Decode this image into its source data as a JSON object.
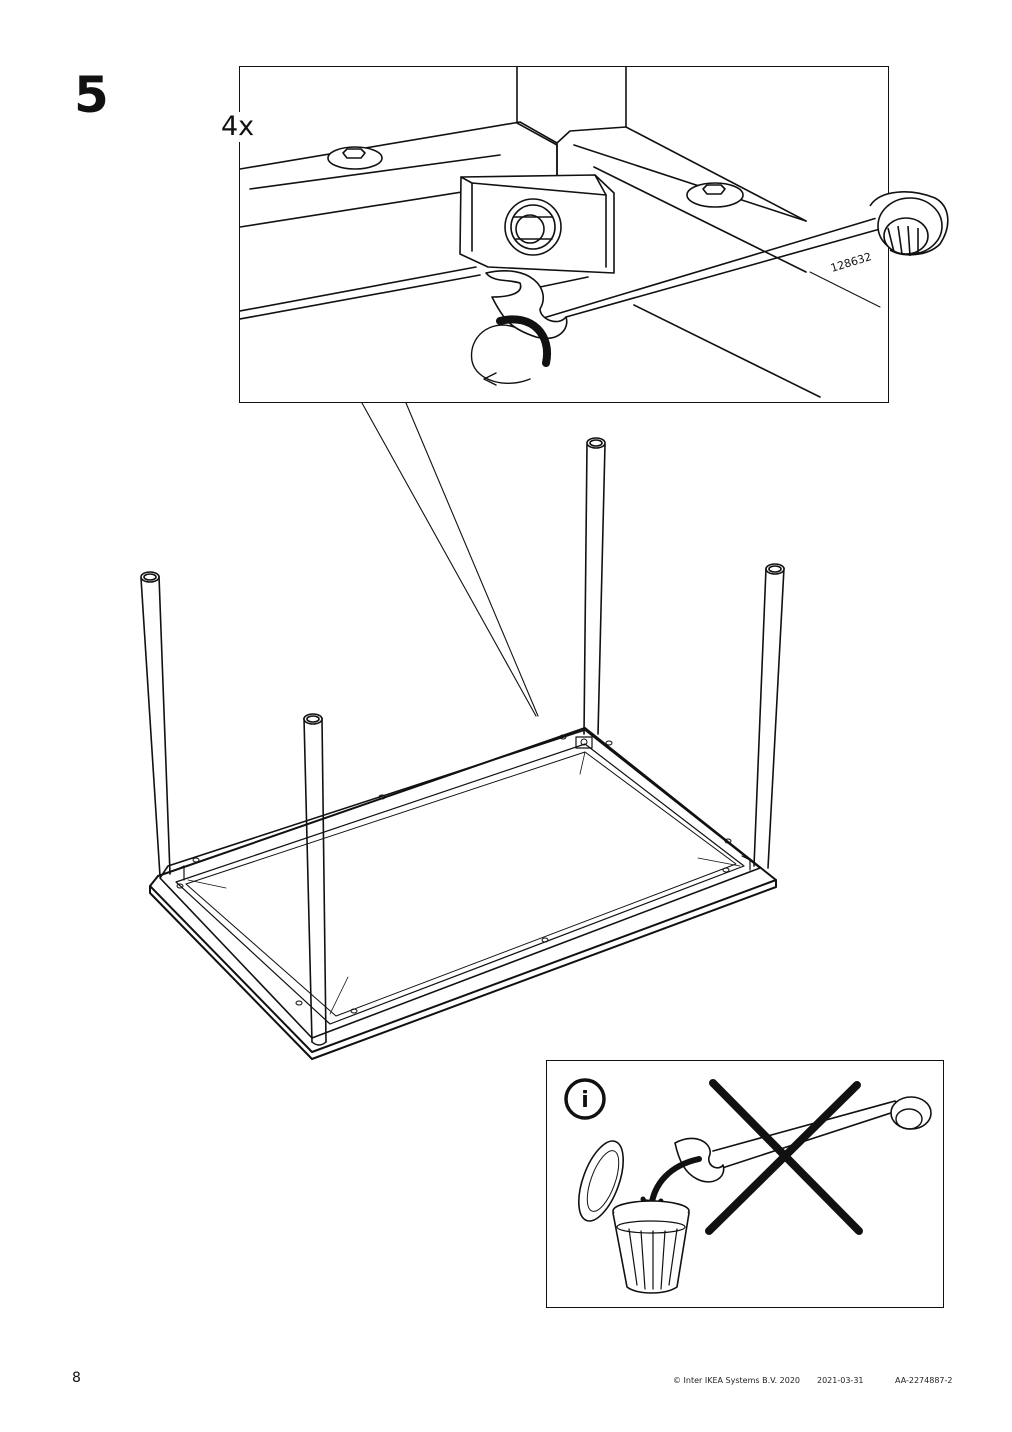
{
  "step": {
    "number": "5"
  },
  "detail": {
    "quantity": "4x",
    "tool_part_number": "128632"
  },
  "info_box": {
    "icon_glyph": "i"
  },
  "footer": {
    "page_number": "8",
    "copyright": "© Inter IKEA Systems B.V. 2020",
    "date": "2021-03-31",
    "doc_id": "AA-2274887-2"
  }
}
